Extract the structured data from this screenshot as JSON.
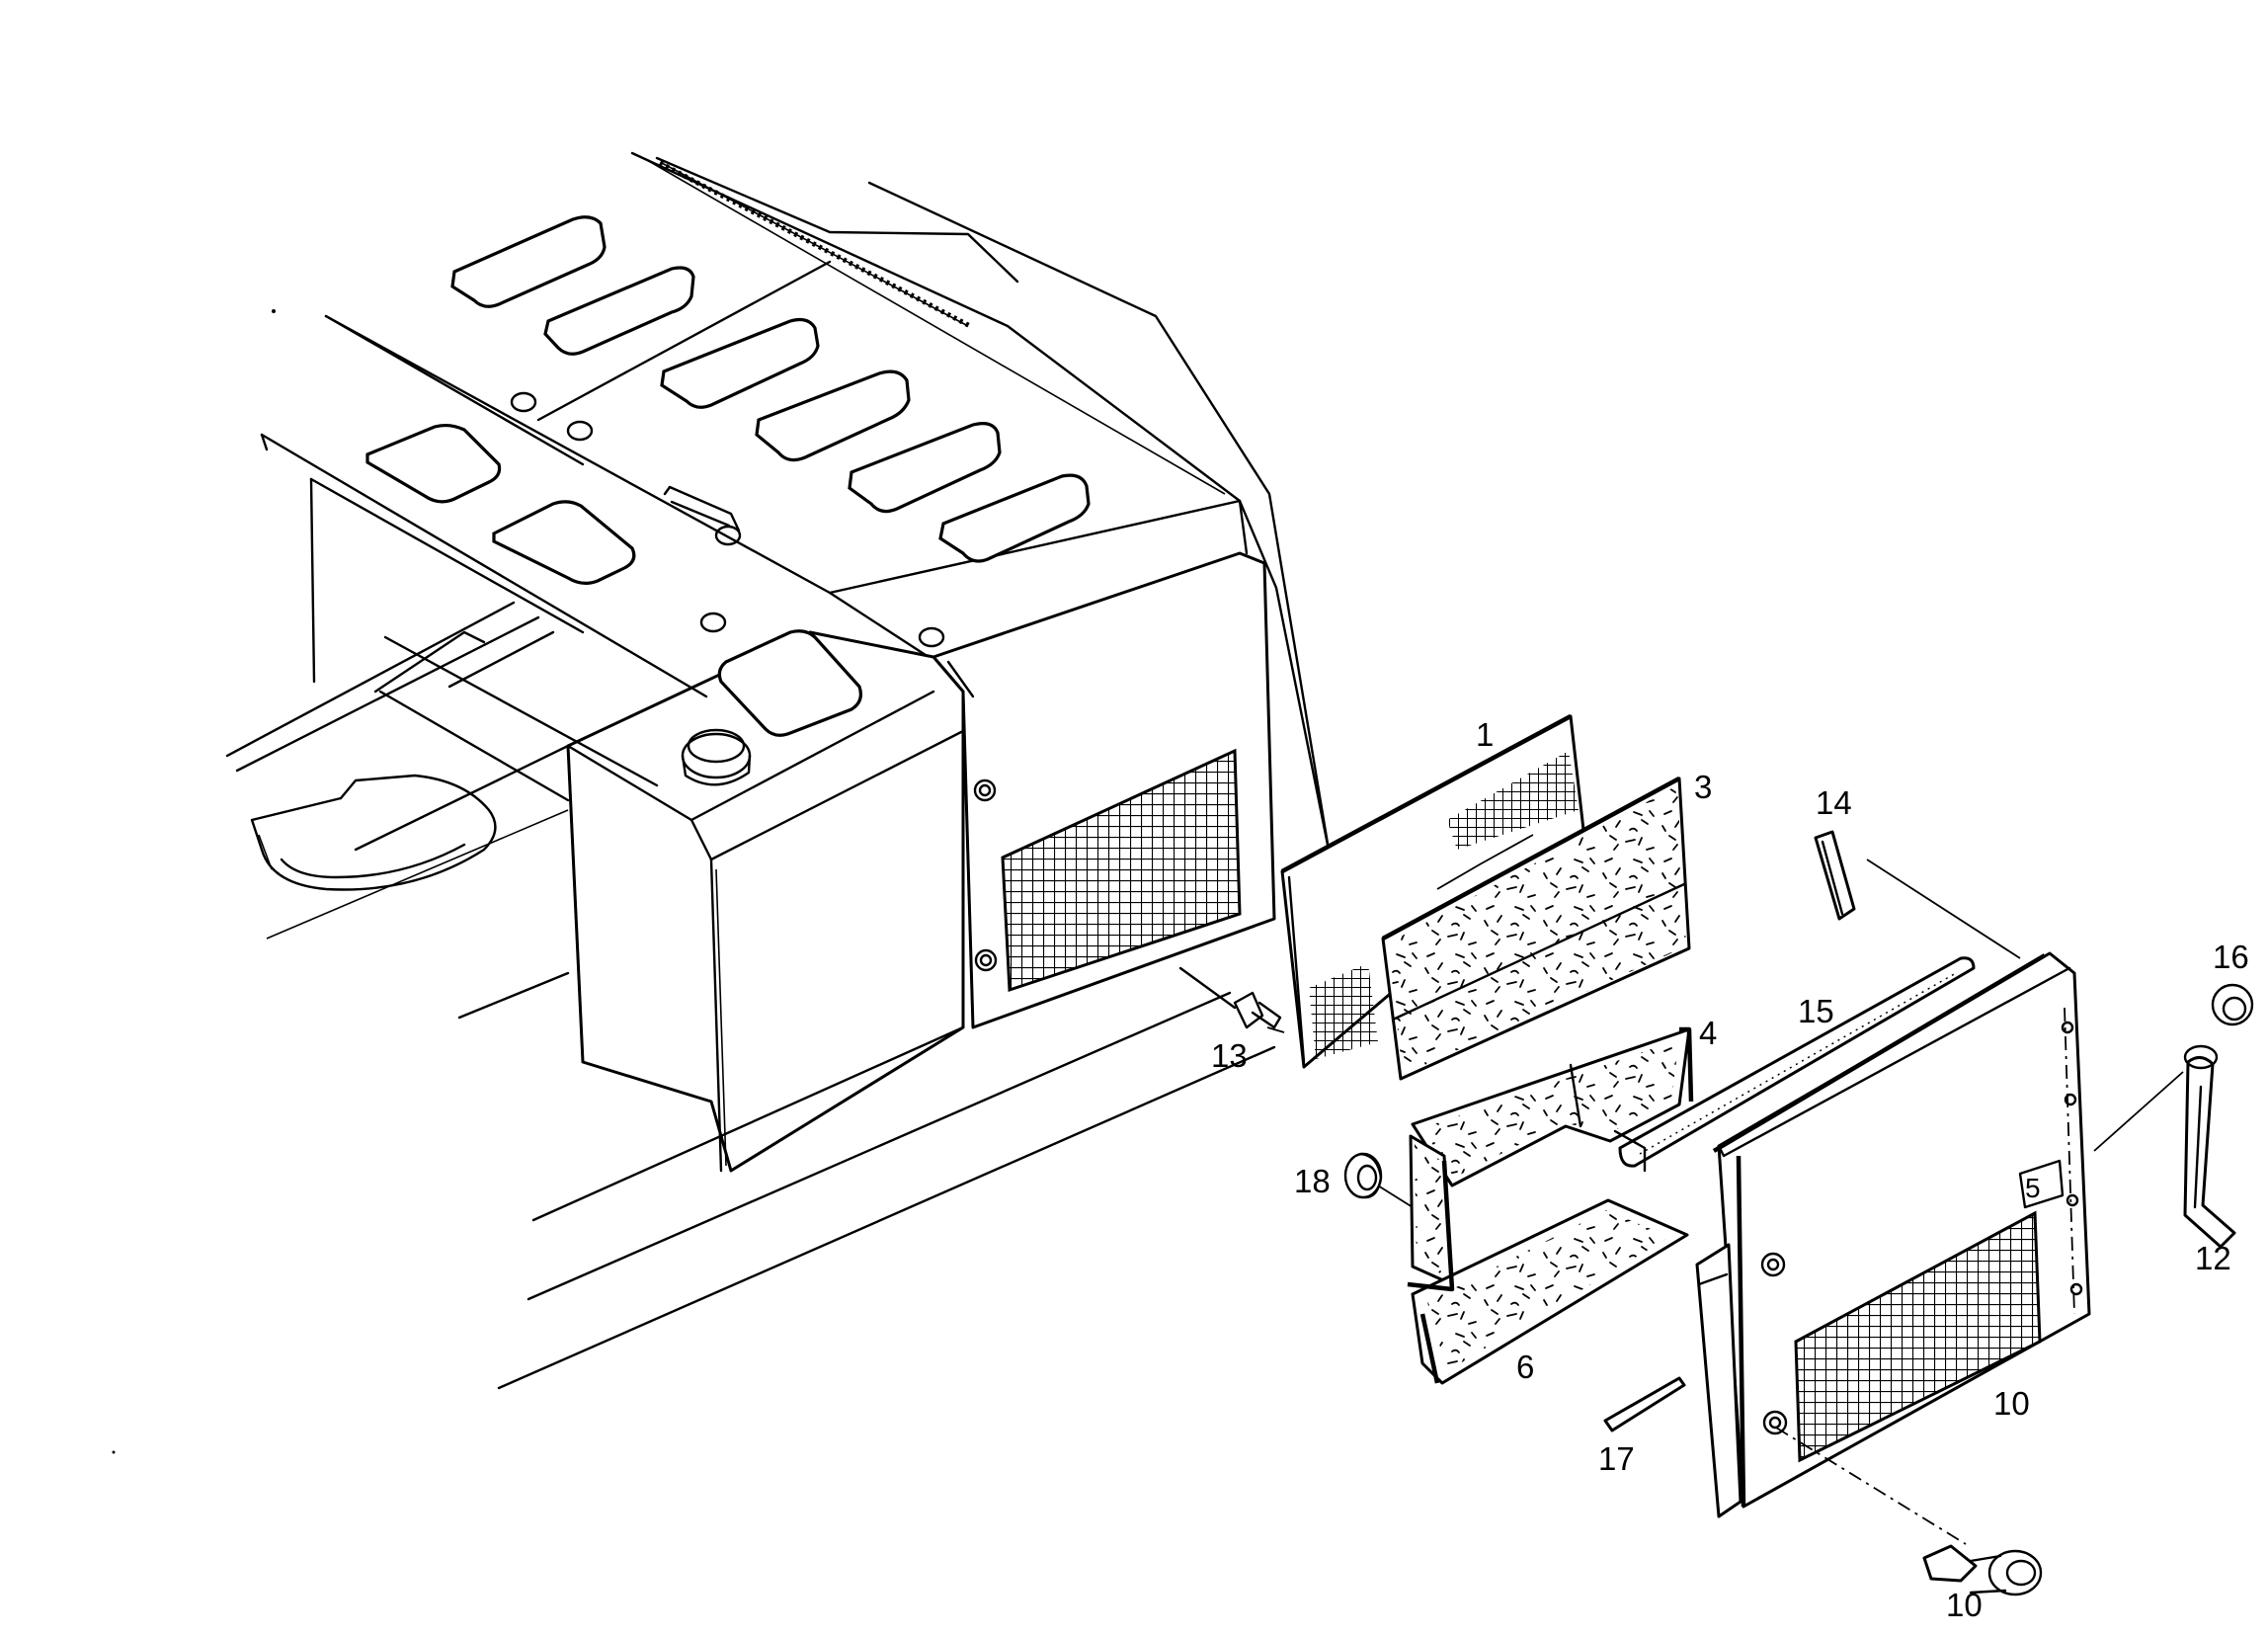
{
  "callouts": [
    {
      "id": "c1",
      "label": "1"
    },
    {
      "id": "c3",
      "label": "3"
    },
    {
      "id": "c4",
      "label": "4"
    },
    {
      "id": "c6",
      "label": "6"
    },
    {
      "id": "c10a",
      "label": "10"
    },
    {
      "id": "c10b",
      "label": "10"
    },
    {
      "id": "c12",
      "label": "12"
    },
    {
      "id": "c13",
      "label": "13"
    },
    {
      "id": "c14",
      "label": "14"
    },
    {
      "id": "c15",
      "label": "15"
    },
    {
      "id": "c16",
      "label": "16"
    },
    {
      "id": "c17",
      "label": "17"
    },
    {
      "id": "c18",
      "label": "18"
    }
  ],
  "stamp": {
    "label": "5"
  }
}
